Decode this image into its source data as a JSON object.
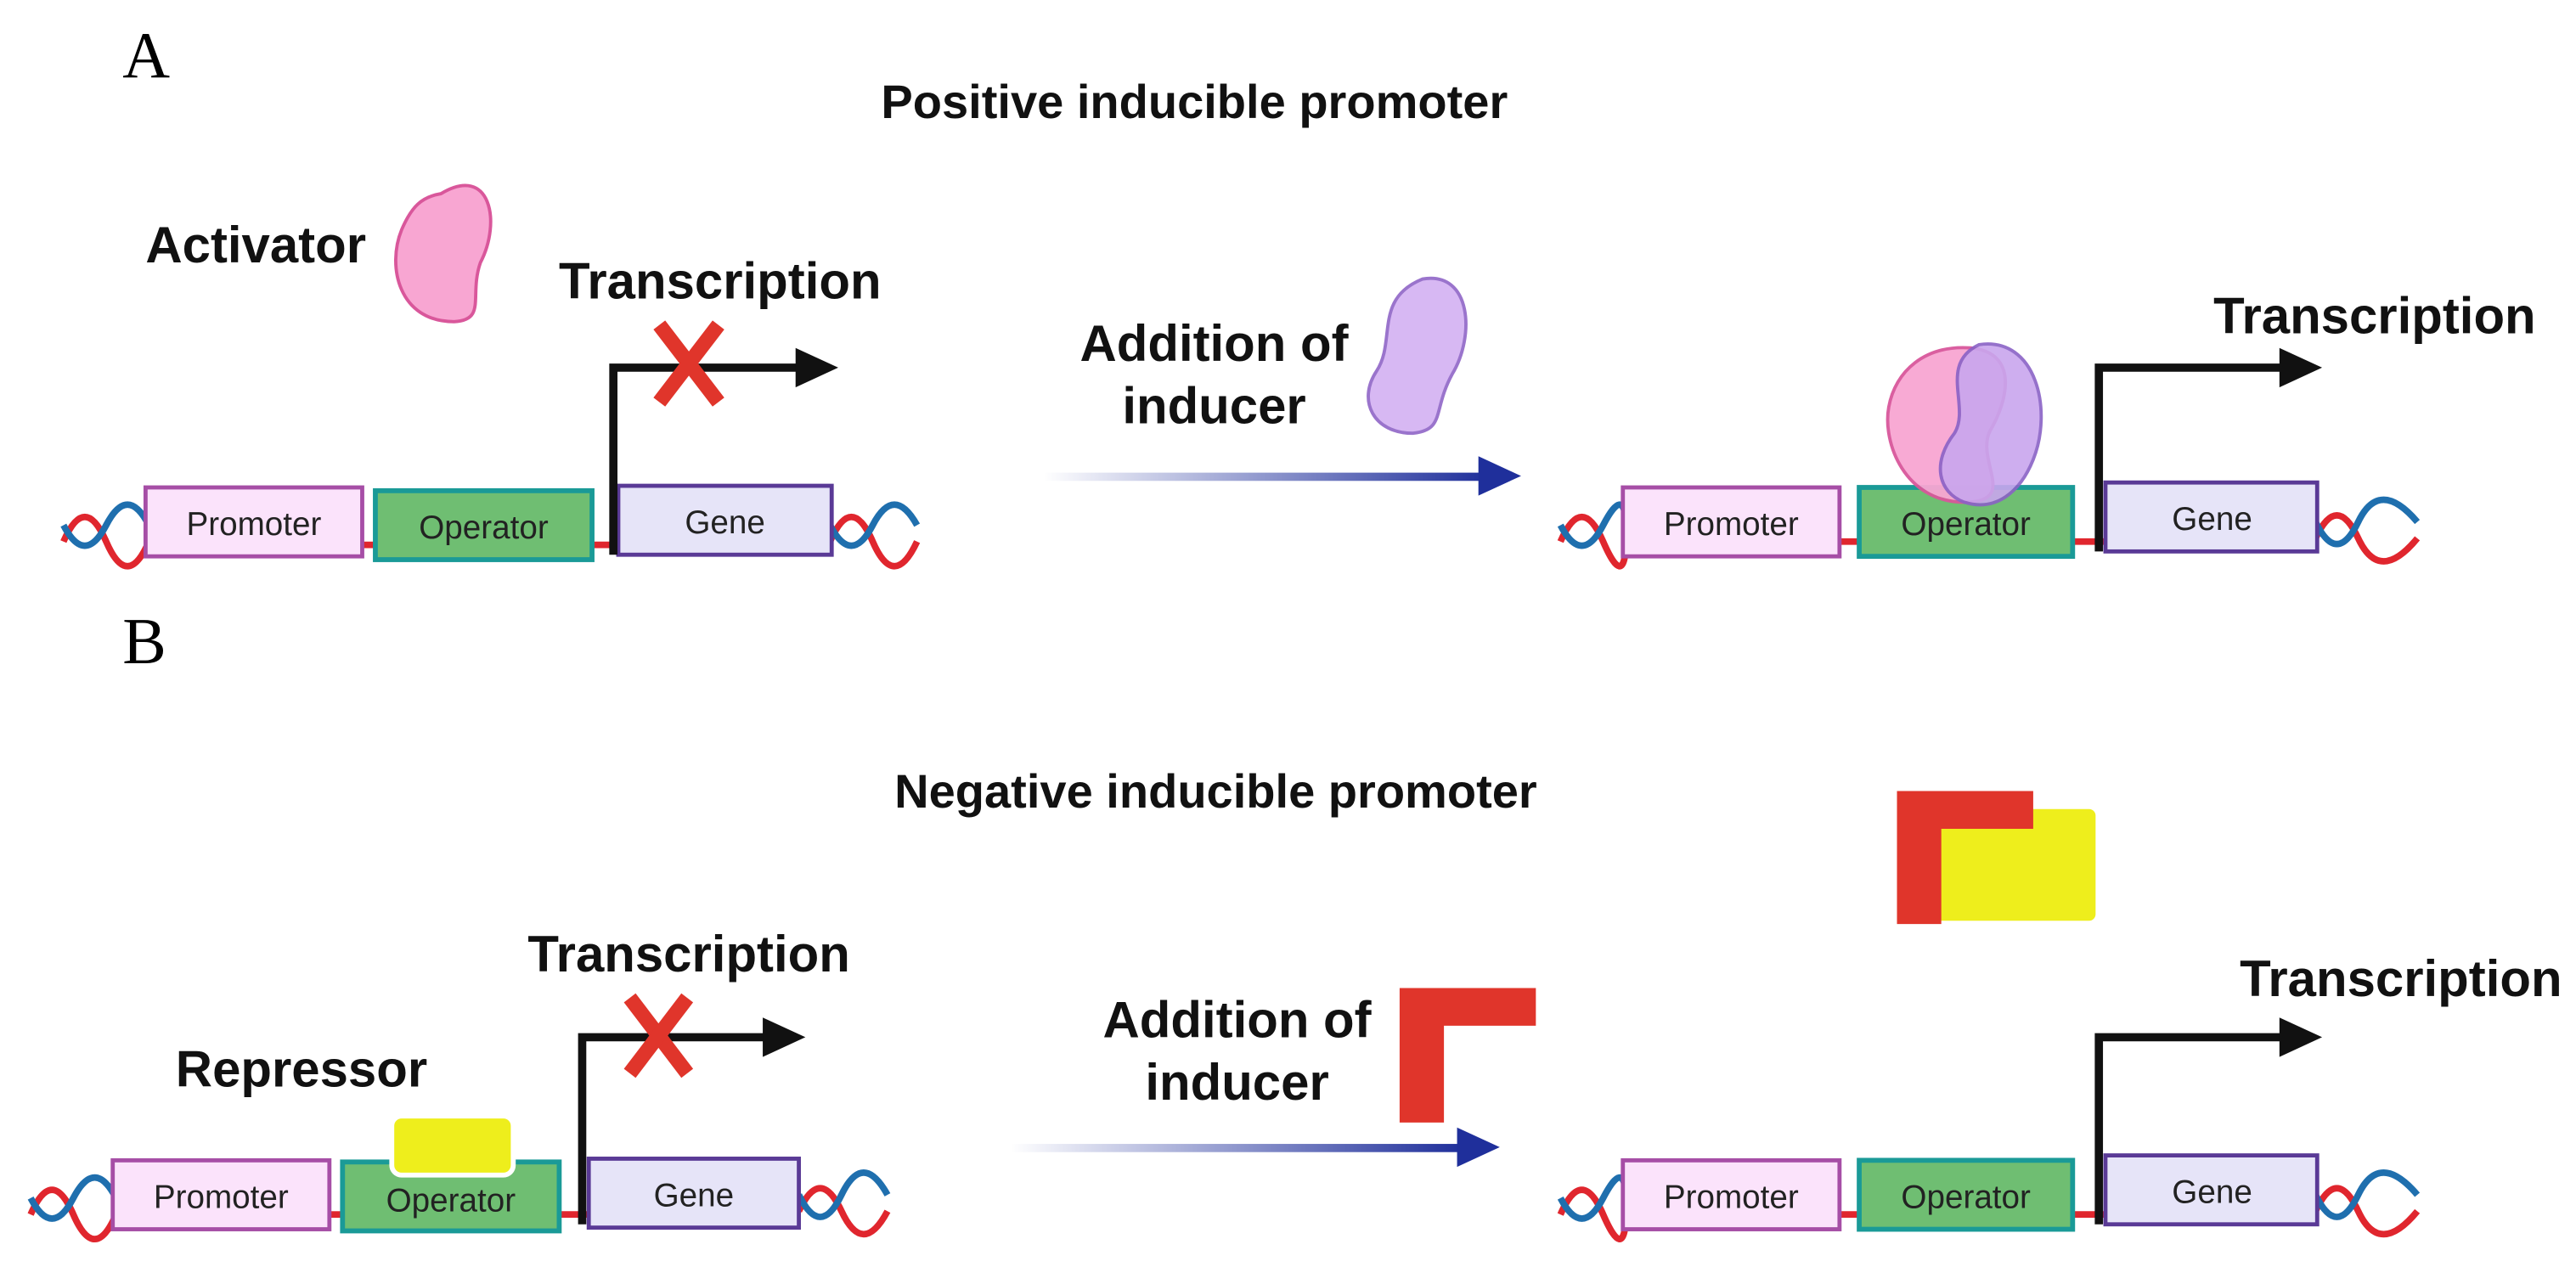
{
  "panels": {
    "a": {
      "letter": "A",
      "title": "Positive inducible promoter",
      "activator_label": "Activator",
      "transcription_blocked_label": "Transcription",
      "addition_label_line1": "Addition of",
      "addition_label_line2": "inducer",
      "transcription_active_label": "Transcription",
      "before": {
        "promoter": "Promoter",
        "operator": "Operator",
        "gene": "Gene"
      },
      "after": {
        "promoter": "Promoter",
        "operator": "Operator",
        "gene": "Gene"
      }
    },
    "b": {
      "letter": "B",
      "title": "Negative inducible promoter",
      "repressor_label": "Repressor",
      "transcription_blocked_label": "Transcription",
      "addition_label_line1": "Addition of",
      "addition_label_line2": "inducer",
      "transcription_active_label": "Transcription",
      "before": {
        "promoter": "Promoter",
        "operator": "Operator",
        "gene": "Gene"
      },
      "after": {
        "promoter": "Promoter",
        "operator": "Operator",
        "gene": "Gene"
      }
    }
  },
  "colors": {
    "promoter_fill": "#fbe3fb",
    "promoter_stroke": "#a64ea6",
    "operator_fill": "#6fbe72",
    "operator_stroke": "#1a9a97",
    "gene_fill": "#e6e4f8",
    "gene_stroke": "#5a3a96",
    "activator_fill": "#f8a6d2",
    "activator_stroke": "#d9579b",
    "inducer_fill": "#d7b8f3",
    "inducer_stroke": "#9a74cc",
    "repressor_fill": "#eeee1c",
    "inducer_b_fill": "#e0352b",
    "block_x": "#e0352b",
    "dna_red": "#e0262e",
    "dna_blue": "#1f6fae",
    "arrow_dark": "#1f2f9b",
    "transcription_arrow": "#111111"
  }
}
